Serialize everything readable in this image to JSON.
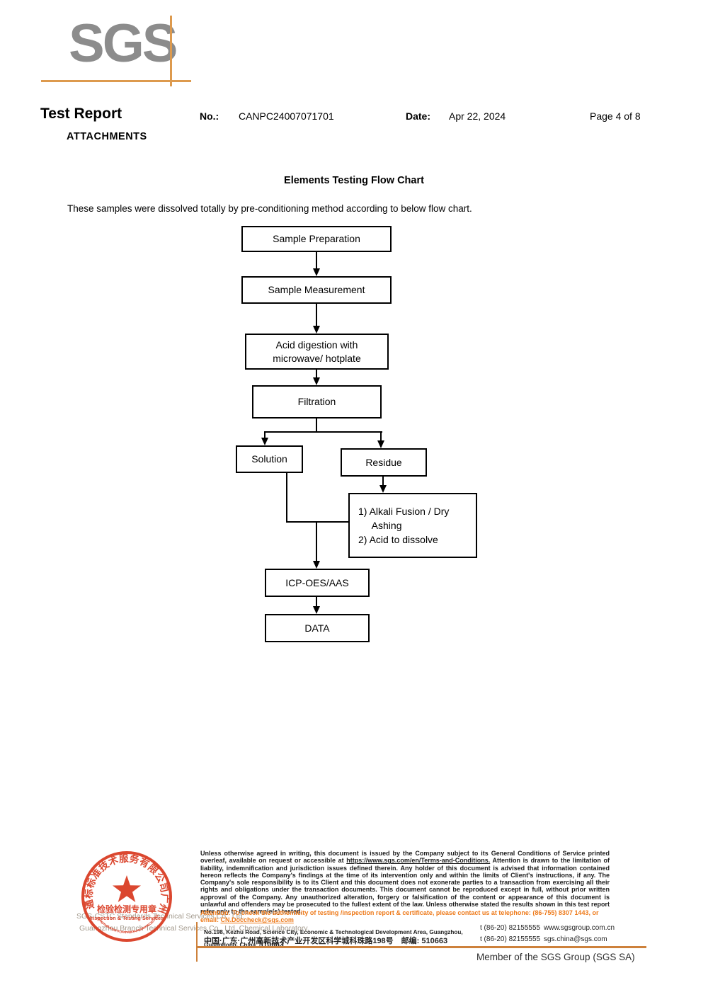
{
  "logo": {
    "text": "SGS"
  },
  "header": {
    "report_title": "Test Report",
    "no_label": "No.:",
    "no_value": "CANPC24007071701",
    "date_label": "Date:",
    "date_value": "Apr 22, 2024",
    "page_info": "Page 4 of 8",
    "section": "ATTACHMENTS"
  },
  "flowchart": {
    "title": "Elements Testing Flow Chart",
    "intro": "These samples were dissolved totally by pre-conditioning method according to below flow chart.",
    "nodes": {
      "sample_preparation": "Sample Preparation",
      "sample_measurement": "Sample Measurement",
      "acid_digestion": "Acid digestion with\nmicrowave/ hotplate",
      "filtration": "Filtration",
      "solution": "Solution",
      "residue": "Residue",
      "alkali": "1) Alkali Fusion / Dry\n     Ashing\n2) Acid to dissolve",
      "icp": "ICP-OES/AAS",
      "data": "DATA"
    }
  },
  "stamp": {
    "ring_text": "通标标准技术服务有限公司广州分公司",
    "bottom_text": "SGS-CSTC Standards Technical Services Co., Ltd. Guangzhou Branch",
    "seal_cn": "检验检测专用章",
    "seal_en": "Inspection & Testing Services",
    "company_line1": "SGS-CSTC Standards Technical Services Co., Ltd.",
    "company_line2": "Guangzhou Branch Technical Services Co., Ltd. Chemical Laboratory."
  },
  "footer": {
    "legal_part1": "Unless otherwise agreed in writing, this document is issued by the Company subject to its General Conditions of Service printed overleaf, available on request or accessible at ",
    "legal_link": "https://www.sgs.com/en/Terms-and-Conditions.",
    "legal_part2": " Attention is drawn to the limitation of liability, indemnification and jurisdiction issues defined therein. Any holder of this document is advised that information contained hereon reflects the Company's findings at the time of its intervention only and within the limits of Client's instructions, if any. The Company's sole responsibility is to its Client and this document does not exonerate parties to a transaction from exercising all their rights and obligations under the transaction documents. This document cannot be reproduced except in full, without prior written approval of the Company. Any unauthorized alteration, forgery or falsification of the content or appearance of this document is unlawful and offenders may be prosecuted to the fullest extent of the law. Unless otherwise stated the results shown in this test report refer only to the sample(s) tested.",
    "attention_part1": "Attention: To check the authenticity of testing /inspection report & certificate, please contact us at telephone: (86-755) 8307 1443, or email: ",
    "attention_email": "CN.Doccheck@sgs.com",
    "address_en": "No.198, Kezhu Road, Science City, Economic & Technological Development Area, Guangzhou, Guangdong, China",
    "address_en_zip": "510663",
    "address_cn": "中国·广东·广州高新技术产业开发区科学城科珠路198号　邮编: 510663",
    "tel": "t (86-20) 82155555",
    "website": "www.sgsgroup.com.cn",
    "email": "sgs.china@sgs.com",
    "member": "Member of the SGS Group (SGS SA)"
  }
}
